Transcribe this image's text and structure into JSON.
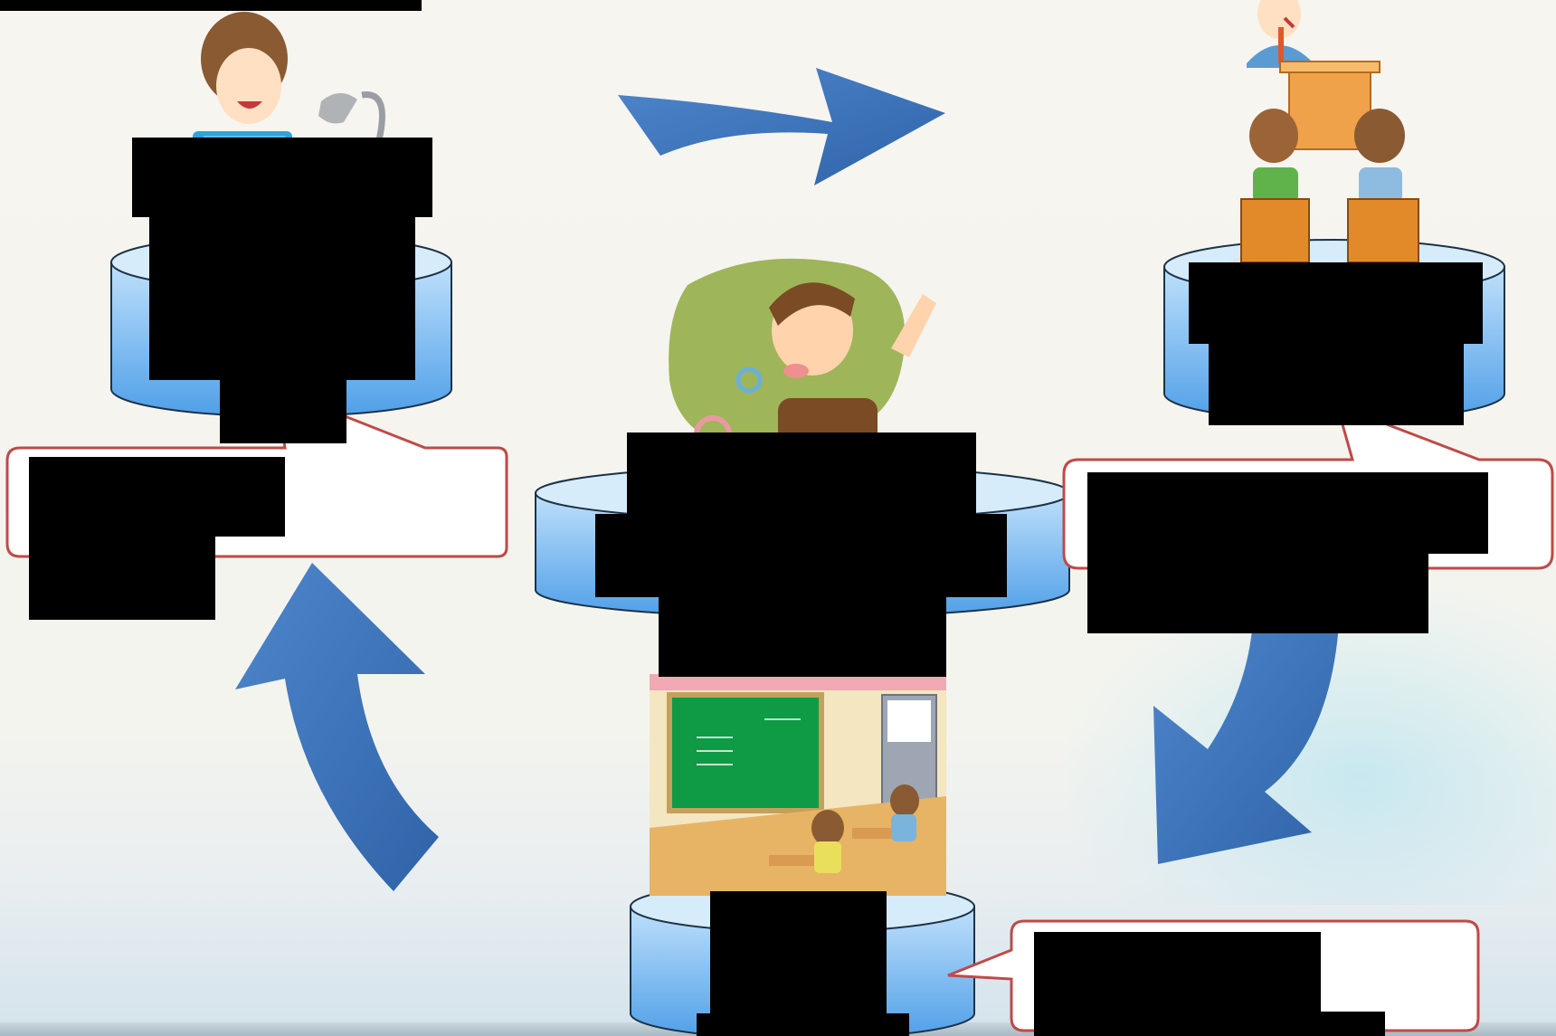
{
  "diagram": {
    "colors": {
      "arrow": "#3f77bd",
      "arrow_dark": "#2f5f9c",
      "cylinder_top": "#d6ecfb",
      "cylinder_side": "#5da8ec",
      "cylinder_outline": "#1d3246",
      "callout_border": "#bf4a48",
      "callout_fill": "#ffffff",
      "redaction": "#000000"
    },
    "stages": [
      {
        "id": "study-at-home",
        "illustration": "boy-reading-at-desk"
      },
      {
        "id": "lecture",
        "illustration": "teacher-at-podium-with-students"
      },
      {
        "id": "think-and-ask",
        "illustration": "boy-raising-hand-writing"
      },
      {
        "id": "classroom",
        "illustration": "classroom-with-blackboard"
      }
    ],
    "arrows": [
      "arrow-top",
      "arrow-right",
      "arrow-left"
    ],
    "callouts": [
      "callout-left",
      "callout-right",
      "callout-bottom"
    ]
  }
}
